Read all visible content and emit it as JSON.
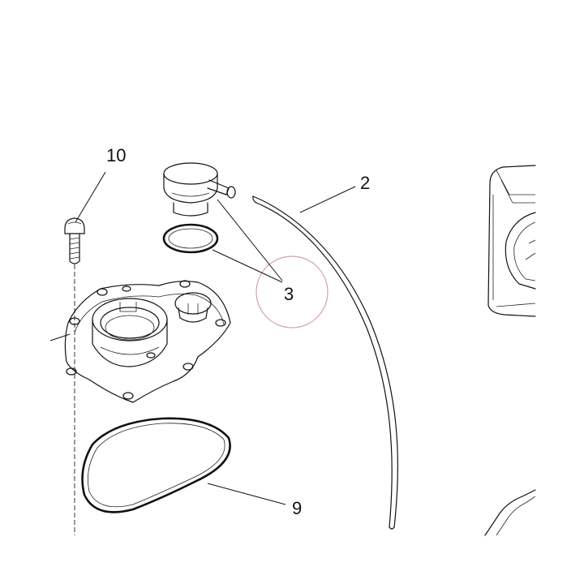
{
  "callouts": {
    "part_10": "10",
    "part_2": "2",
    "part_3": "3",
    "part_9": "9"
  },
  "colors": {
    "line": "#111111",
    "highlight_circle": "#d9a0a8",
    "background": "#ffffff"
  }
}
